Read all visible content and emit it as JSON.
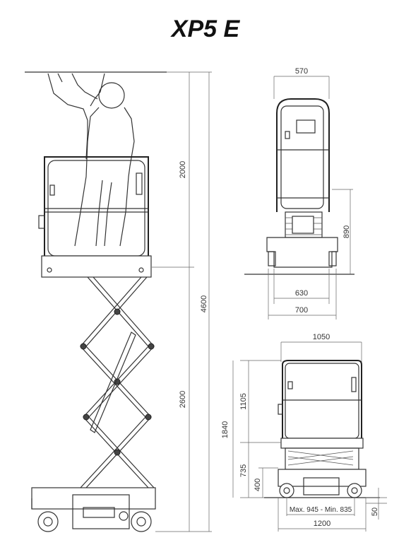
{
  "title": "XP5 E",
  "dimensions": {
    "side_view": {
      "height_user": "2000",
      "height_total": "4600",
      "height_platform": "2600"
    },
    "front_view": {
      "width_top": "570",
      "height_base": "890",
      "width_wheels": "630",
      "width_base": "700"
    },
    "stowed_view": {
      "width_platform": "1050",
      "height_guard": "1105",
      "height_total": "1840",
      "height_base": "735",
      "height_chassis": "400",
      "ground_clearance": "50",
      "wheelbase": "Max. 945 - Min. 835",
      "length_total": "1200"
    }
  }
}
